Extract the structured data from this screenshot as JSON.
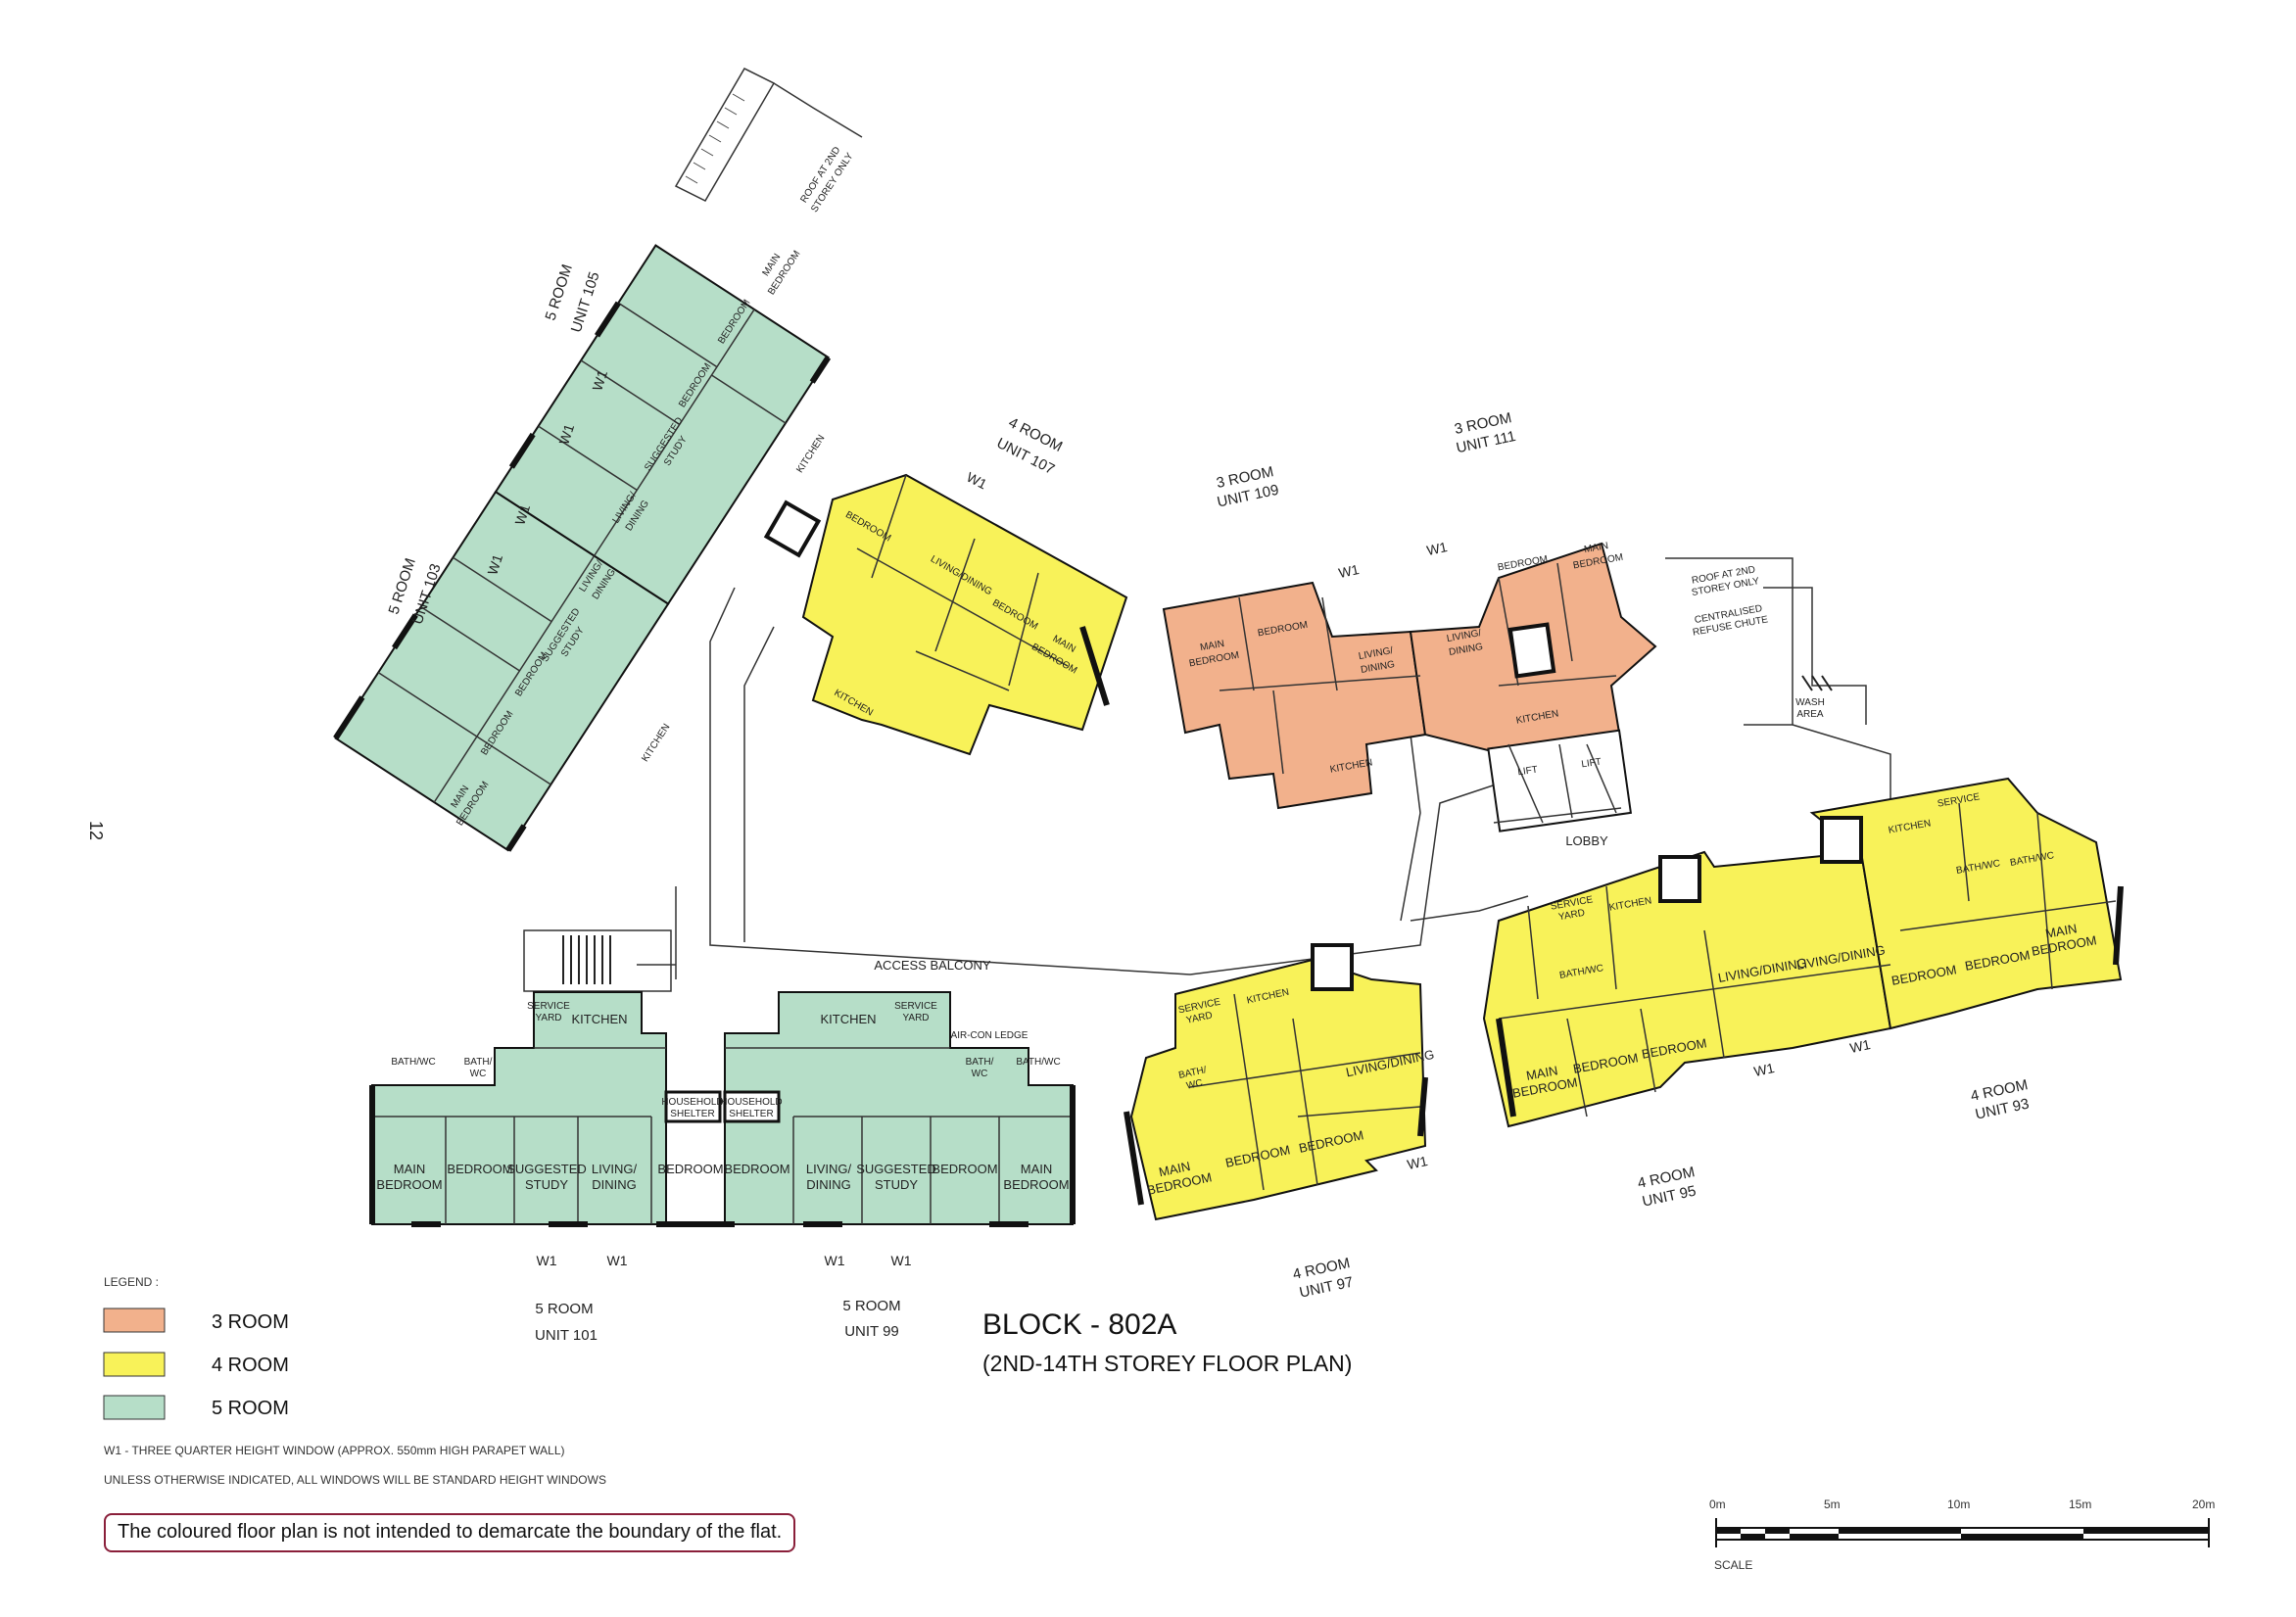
{
  "page_number": "12",
  "title": "BLOCK - 802A",
  "subtitle": "(2ND-14TH STOREY FLOOR PLAN)",
  "colors": {
    "three_room": "#f2b18c",
    "four_room": "#f8f259",
    "five_room": "#b6dec8",
    "wall": "#111111"
  },
  "common_labels": {
    "access_balcony": "ACCESS BALCONY",
    "lobby": "LOBBY",
    "lift": "LIFT",
    "wash_area_1": "WASH",
    "wash_area_2": "AREA",
    "roof_top_1": "ROOF AT 2ND",
    "roof_top_2": "STOREY ONLY",
    "roof_right_1": "ROOF AT 2ND",
    "roof_right_2": "STOREY ONLY",
    "refuse_1": "CENTRALISED",
    "refuse_2": "REFUSE CHUTE"
  },
  "room_labels": {
    "main": "MAIN",
    "bedroom": "BEDROOM",
    "living": "LIVING/",
    "dining": "DINING",
    "living_dining": "LIVING/DINING",
    "kitchen": "KITCHEN",
    "suggested": "SUGGESTED",
    "study": "STUDY",
    "bath_wc": "BATH/WC",
    "bath": "BATH/",
    "wc": "WC",
    "household": "HOUSEHOLD",
    "shelter": "SHELTER",
    "service": "SERVICE",
    "yard": "YARD",
    "aircon_ledge": "AIR-CON LEDGE"
  },
  "units": {
    "u105": {
      "type": "5 ROOM",
      "unit": "UNIT 105"
    },
    "u103": {
      "type": "5 ROOM",
      "unit": "UNIT 103"
    },
    "u107": {
      "type": "4 ROOM",
      "unit": "UNIT 107"
    },
    "u109": {
      "type": "3 ROOM",
      "unit": "UNIT 109"
    },
    "u111": {
      "type": "3 ROOM",
      "unit": "UNIT 111"
    },
    "u101": {
      "type": "5 ROOM",
      "unit": "UNIT 101"
    },
    "u99": {
      "type": "5 ROOM",
      "unit": "UNIT 99"
    },
    "u97": {
      "type": "4 ROOM",
      "unit": "UNIT 97"
    },
    "u95": {
      "type": "4 ROOM",
      "unit": "UNIT 95"
    },
    "u93": {
      "type": "4 ROOM",
      "unit": "UNIT 93"
    }
  },
  "window_mark": "W1",
  "legend": {
    "heading": "LEGEND :",
    "items": [
      {
        "label": "3 ROOM",
        "color": "#f2b18c"
      },
      {
        "label": "4 ROOM",
        "color": "#f8f259"
      },
      {
        "label": "5 ROOM",
        "color": "#b6dec8"
      }
    ],
    "note_w1": "W1 - THREE QUARTER HEIGHT WINDOW (APPROX. 550mm HIGH PARAPET WALL)",
    "note_windows": "UNLESS OTHERWISE INDICATED, ALL WINDOWS WILL BE STANDARD HEIGHT WINDOWS"
  },
  "disclaimer": "The coloured floor plan is not intended to demarcate the boundary of the flat.",
  "scale": {
    "ticks": [
      "0m",
      "5m",
      "10m",
      "15m",
      "20m"
    ],
    "label": "SCALE"
  }
}
